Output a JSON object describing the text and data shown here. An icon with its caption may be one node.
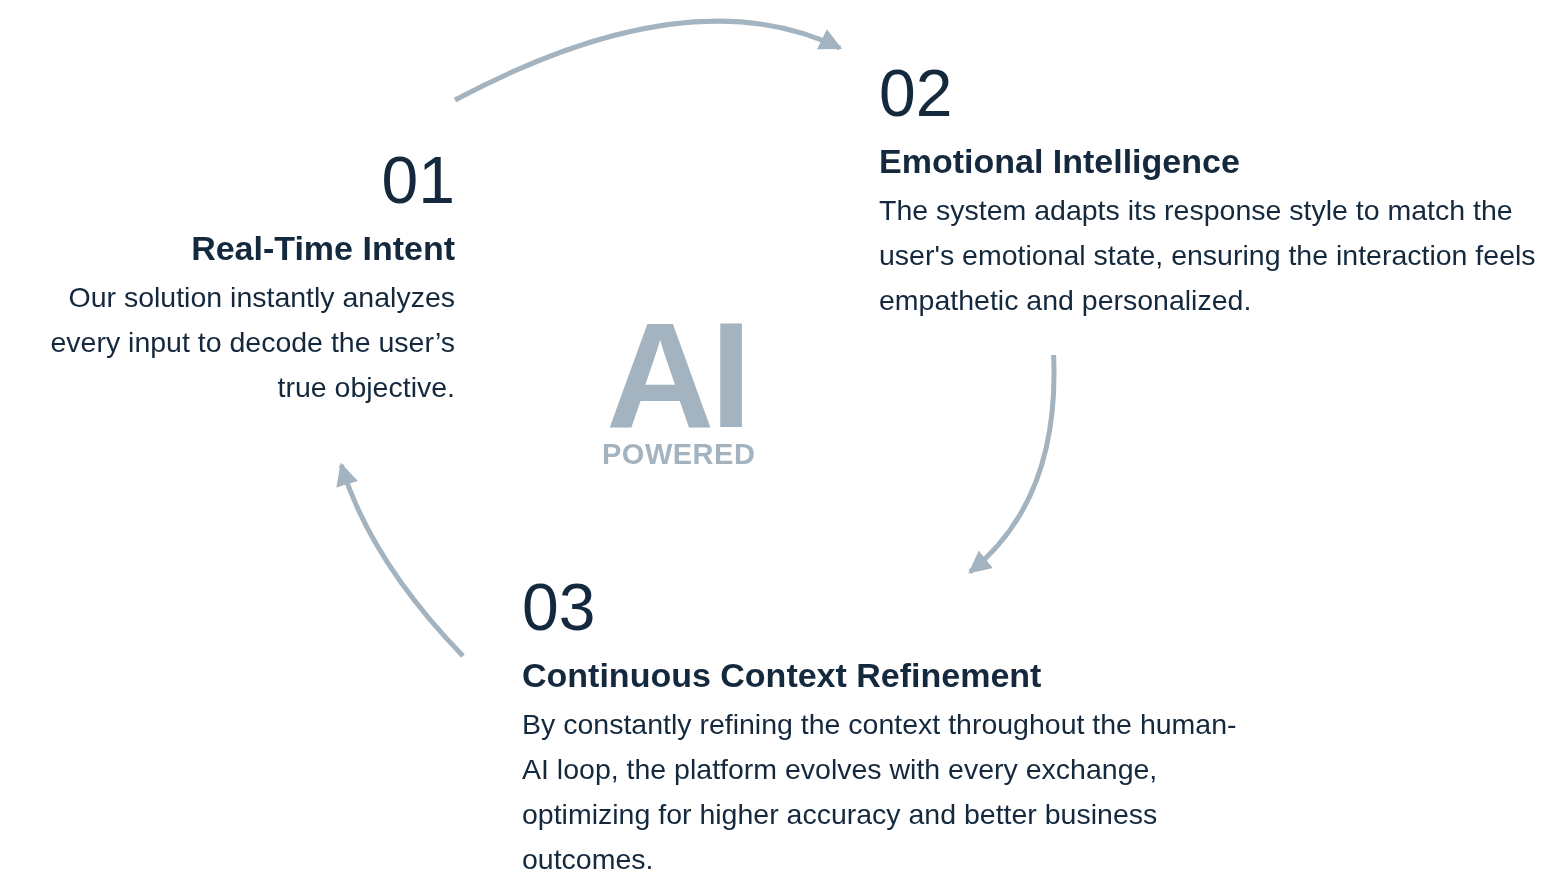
{
  "diagram": {
    "nodes": [
      {
        "text": [
          "01",
          "Real-Time Intent",
          "Our solution instantly analyzes every input to decode the user’s true objective."
        ]
      },
      {
        "text": [
          "02",
          "Emotional Intelligence",
          "The system adapts its response style to match the user's emotional state, ensuring the interaction feels empathetic and personalized."
        ]
      },
      {
        "text": [
          "03",
          "Continuous Context Refinement",
          "By constantly refining the context throughout the human-AI loop, the platform evolves with every exchange, optimizing for higher accuracy and better business outcomes."
        ]
      }
    ],
    "edges": [
      {
        "from": 0,
        "to": 1,
        "arrow": "to"
      },
      {
        "from": 1,
        "to": 2,
        "arrow": "to"
      },
      {
        "from": 2,
        "to": 0,
        "arrow": "to"
      }
    ],
    "labels": [
      "AI",
      "POWERED"
    ]
  }
}
